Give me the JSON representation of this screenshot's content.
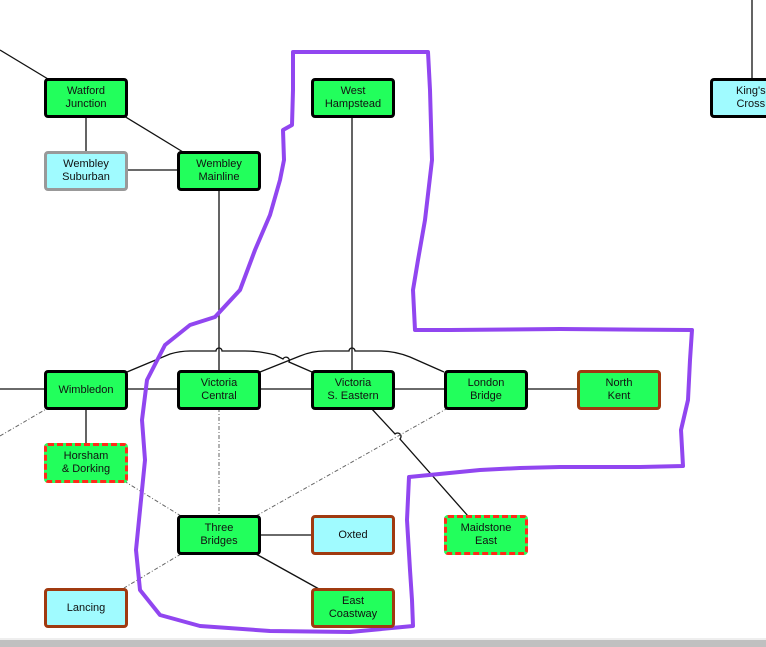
{
  "colors": {
    "station_fill_green": "#22ff5c",
    "station_fill_cyan": "#a0fbff",
    "border_black": "#000000",
    "border_gray": "#999999",
    "border_brown": "#a03a10",
    "border_dashed_red": "#ff2a1a",
    "annotation_outline": "#9146f0"
  },
  "nodes": [
    {
      "id": "watford-junction",
      "label": "Watford\nJunction",
      "fill": "green",
      "border": "black"
    },
    {
      "id": "wembley-suburban",
      "label": "Wembley\nSuburban",
      "fill": "cyan",
      "border": "gray"
    },
    {
      "id": "wembley-mainline",
      "label": "Wembley\nMainline",
      "fill": "green",
      "border": "black"
    },
    {
      "id": "west-hampstead",
      "label": "West\nHampstead",
      "fill": "green",
      "border": "black"
    },
    {
      "id": "kings-cross",
      "label": "King's\nCross",
      "fill": "cyan",
      "border": "black"
    },
    {
      "id": "wimbledon",
      "label": "Wimbledon",
      "fill": "green",
      "border": "black"
    },
    {
      "id": "victoria-central",
      "label": "Victoria\nCentral",
      "fill": "green",
      "border": "black"
    },
    {
      "id": "victoria-s-eastern",
      "label": "Victoria\nS. Eastern",
      "fill": "green",
      "border": "black"
    },
    {
      "id": "london-bridge",
      "label": "London\nBridge",
      "fill": "green",
      "border": "black"
    },
    {
      "id": "north-kent",
      "label": "North\nKent",
      "fill": "green",
      "border": "brown"
    },
    {
      "id": "horsham-dorking",
      "label": "Horsham\n& Dorking",
      "fill": "green",
      "border": "dashed-red"
    },
    {
      "id": "maidstone-east",
      "label": "Maidstone\nEast",
      "fill": "green",
      "border": "dashed-red"
    },
    {
      "id": "three-bridges",
      "label": "Three\nBridges",
      "fill": "green",
      "border": "black"
    },
    {
      "id": "oxted",
      "label": "Oxted",
      "fill": "cyan",
      "border": "brown"
    },
    {
      "id": "lancing",
      "label": "Lancing",
      "fill": "cyan",
      "border": "brown"
    },
    {
      "id": "east-coastway",
      "label": "East\nCoastway",
      "fill": "green",
      "border": "brown"
    }
  ],
  "edges": [
    {
      "from": "watford-junction",
      "to": "wembley-suburban",
      "style": "solid"
    },
    {
      "from": "watford-junction",
      "to": "wembley-mainline",
      "style": "solid"
    },
    {
      "from": "wembley-suburban",
      "to": "wembley-mainline",
      "style": "solid"
    },
    {
      "from": "wembley-mainline",
      "to": "victoria-central",
      "style": "solid"
    },
    {
      "from": "west-hampstead",
      "to": "victoria-s-eastern",
      "style": "solid"
    },
    {
      "from": "wimbledon",
      "to": "victoria-central",
      "style": "solid"
    },
    {
      "from": "victoria-central",
      "to": "victoria-s-eastern",
      "style": "solid"
    },
    {
      "from": "victoria-s-eastern",
      "to": "london-bridge",
      "style": "solid"
    },
    {
      "from": "london-bridge",
      "to": "north-kent",
      "style": "solid"
    },
    {
      "from": "wimbledon",
      "to": "horsham-dorking",
      "style": "solid"
    },
    {
      "from": "victoria-s-eastern",
      "to": "maidstone-east",
      "style": "solid"
    },
    {
      "from": "three-bridges",
      "to": "oxted",
      "style": "solid"
    },
    {
      "from": "three-bridges",
      "to": "east-coastway",
      "style": "solid"
    },
    {
      "from": "wimbledon",
      "to": "victoria-s-eastern",
      "style": "solid-curved"
    },
    {
      "from": "victoria-central",
      "to": "london-bridge",
      "style": "solid-curved"
    },
    {
      "from": "victoria-central",
      "to": "three-bridges",
      "style": "dashed"
    },
    {
      "from": "london-bridge",
      "to": "three-bridges",
      "style": "dashed"
    },
    {
      "from": "horsham-dorking",
      "to": "three-bridges",
      "style": "dashed"
    },
    {
      "from": "three-bridges",
      "to": "lancing",
      "style": "dashed"
    }
  ],
  "annotation": {
    "type": "freehand-outline",
    "description": "purple hand-drawn selection outline"
  }
}
